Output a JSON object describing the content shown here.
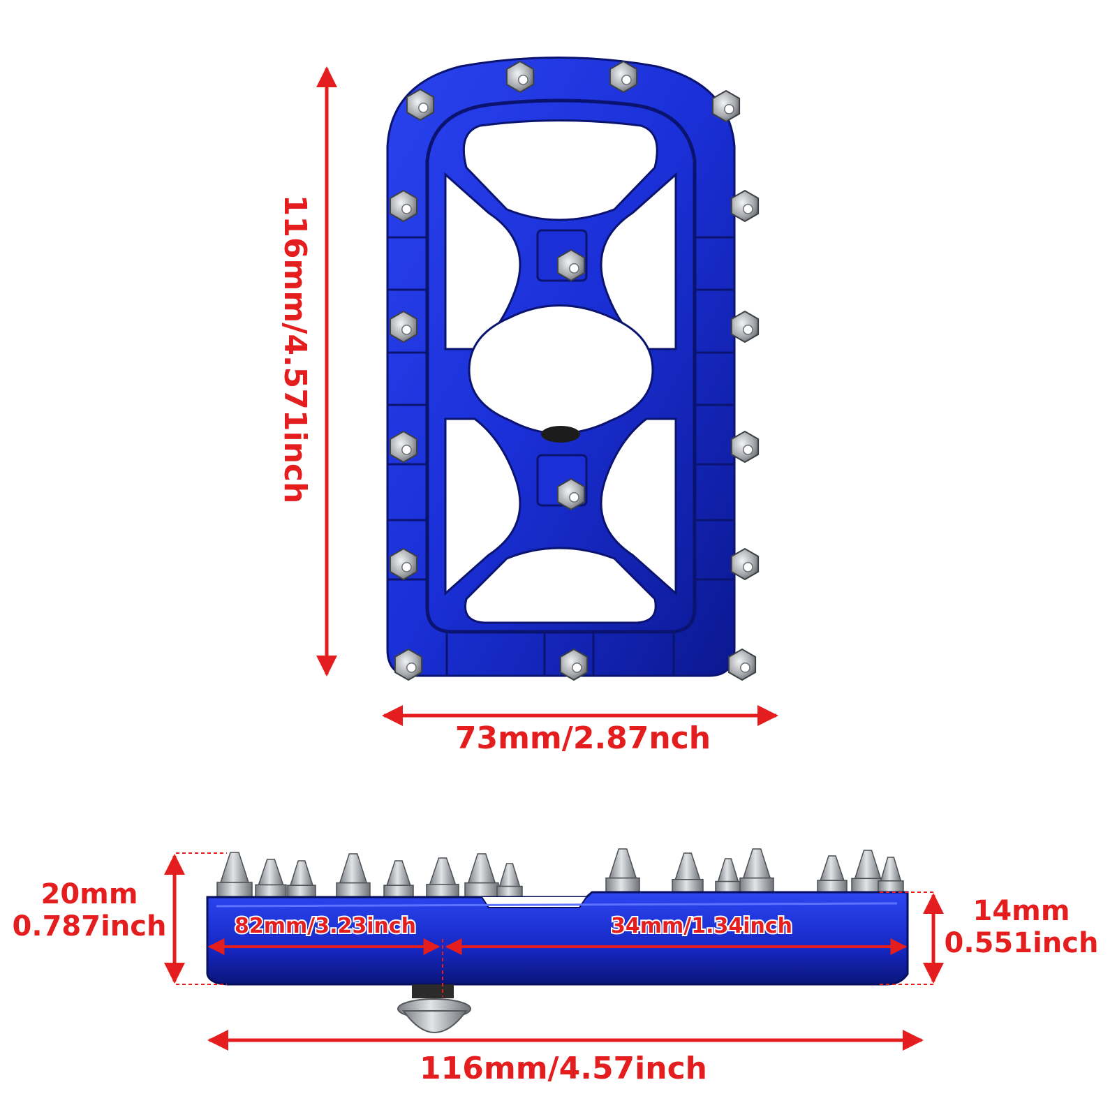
{
  "colors": {
    "dimension": "#e41e1e",
    "anodized_blue": "#1a2fd6",
    "anodized_blue_dark": "#0b1890",
    "steel": "#b9bcc0",
    "steel_dark": "#6f7378"
  },
  "top_view": {
    "height_label": "116mm/4.571inch",
    "width_label": "73mm/2.87nch"
  },
  "side_view": {
    "total_height_label_mm": "20mm",
    "total_height_label_in": "0.787inch",
    "body_height_label_mm": "14mm",
    "body_height_label_in": "0.551inch",
    "left_segment_label": "82mm/3.23inch",
    "right_segment_label": "34mm/1.34inch",
    "length_label": "116mm/4.57inch"
  }
}
